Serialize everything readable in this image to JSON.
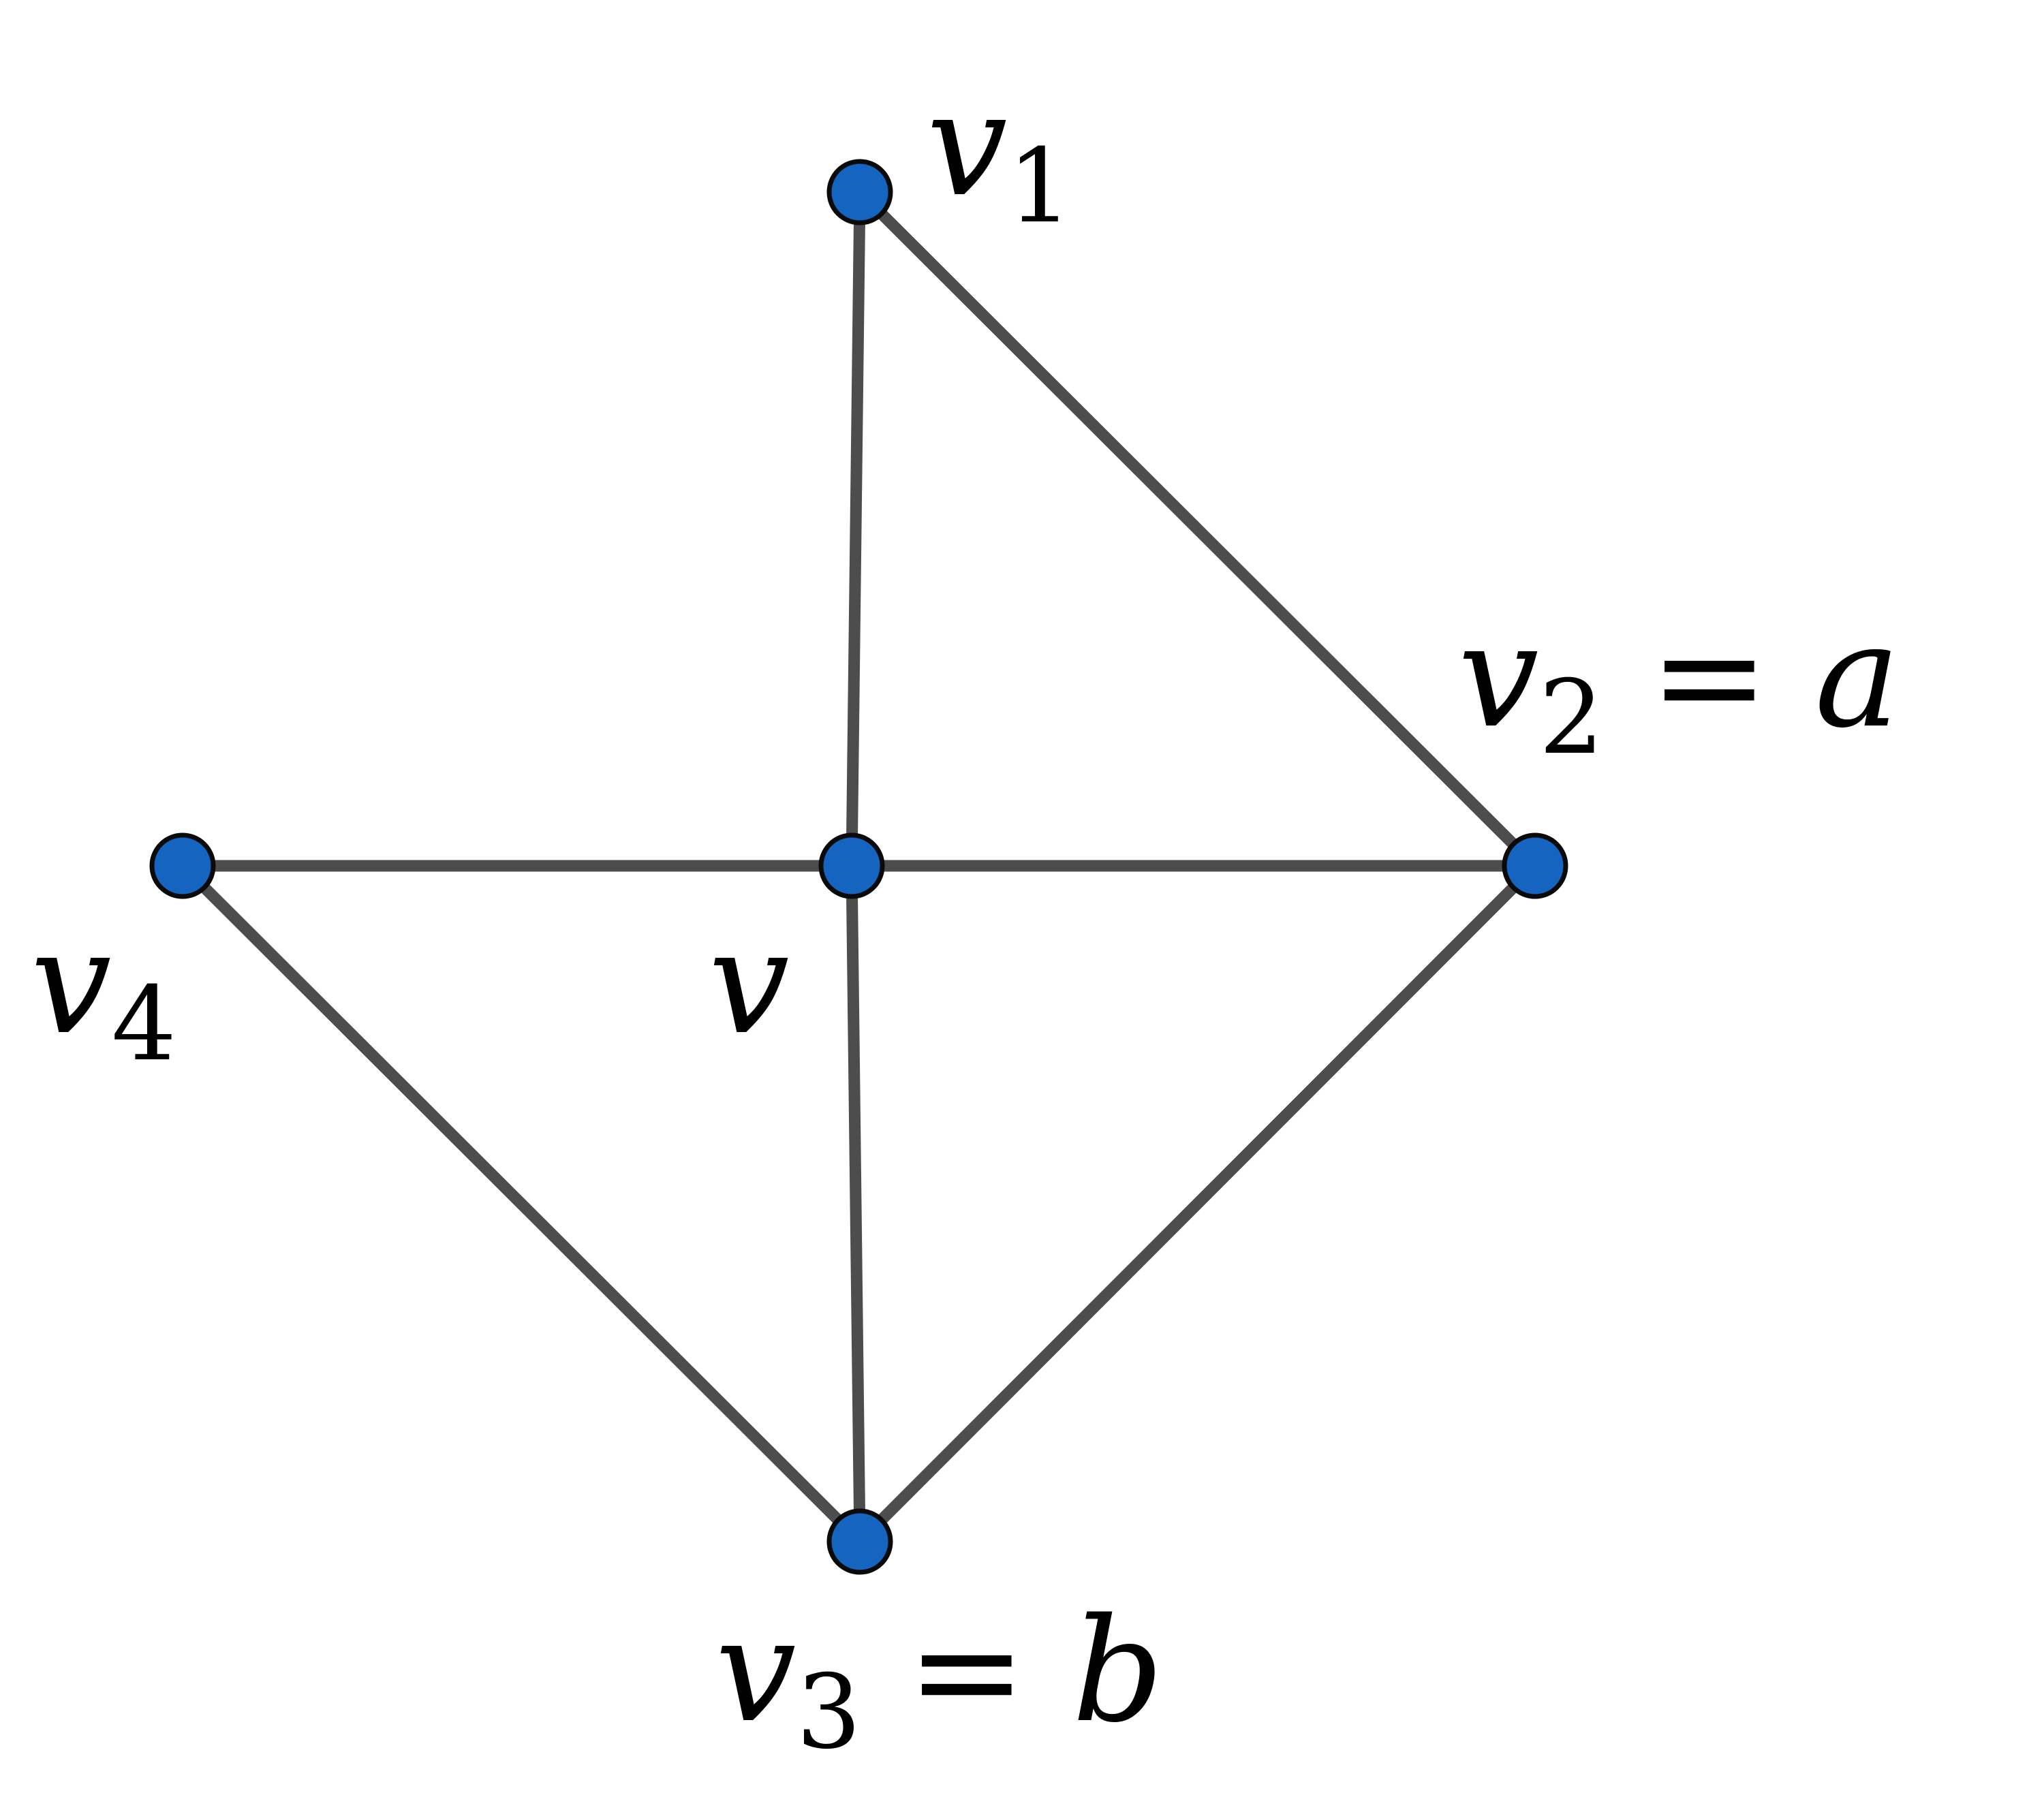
{
  "colors": {
    "edge": "#4d4d4d",
    "node_fill": "#1565c0",
    "node_stroke": "#0a0a0a"
  },
  "nodes": [
    {
      "id": "v",
      "base": "v",
      "sub": "",
      "rest_op": "",
      "rest_var": ""
    },
    {
      "id": "v1",
      "base": "v",
      "sub": "1",
      "rest_op": "",
      "rest_var": ""
    },
    {
      "id": "v2",
      "base": "v",
      "sub": "2",
      "rest_op": " = ",
      "rest_var": "a"
    },
    {
      "id": "v3",
      "base": "v",
      "sub": "3",
      "rest_op": " = ",
      "rest_var": "b"
    },
    {
      "id": "v4",
      "base": "v",
      "sub": "4",
      "rest_op": "",
      "rest_var": ""
    }
  ],
  "edges": [
    [
      "v1",
      "v"
    ],
    [
      "v1",
      "v2"
    ],
    [
      "v4",
      "v"
    ],
    [
      "v",
      "v2"
    ],
    [
      "v",
      "v3"
    ],
    [
      "v4",
      "v3"
    ],
    [
      "v2",
      "v3"
    ]
  ]
}
